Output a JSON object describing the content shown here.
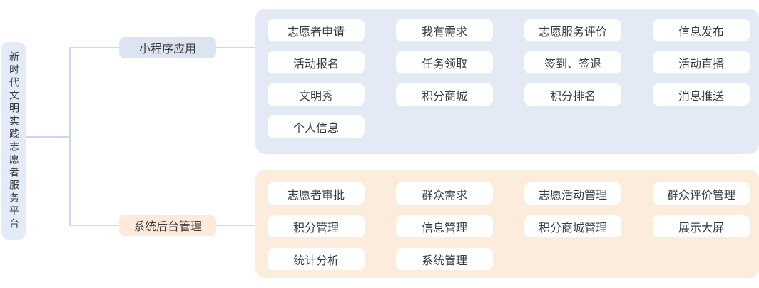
{
  "root": {
    "label": "新时代文明实践志愿者服务平台"
  },
  "branches": [
    {
      "id": "mini-program",
      "label": "小程序应用",
      "theme": "blue",
      "items": [
        "志愿者申请",
        "我有需求",
        "志愿服务评价",
        "信息发布",
        "活动报名",
        "任务领取",
        "签到、签退",
        "活动直播",
        "文明秀",
        "积分商城",
        "积分排名",
        "消息推送",
        "个人信息"
      ]
    },
    {
      "id": "backend",
      "label": "系统后台管理",
      "theme": "orange",
      "items": [
        "志愿者审批",
        "群众需求",
        "志愿活动管理",
        "群众评价管理",
        "积分管理",
        "信息管理",
        "积分商城管理",
        "展示大屏",
        "统计分析",
        "系统管理"
      ]
    }
  ],
  "colors": {
    "root_node_bg": "#e3eaf8",
    "blue_node_bg": "#dce4f2",
    "orange_node_bg": "#fdeada",
    "blue_section_bg": "#e3e9f5",
    "orange_section_bg": "#fcecdb",
    "item_bg": "#ffffff",
    "connector": "#ccd7ea",
    "text": "#3b3b3b"
  }
}
